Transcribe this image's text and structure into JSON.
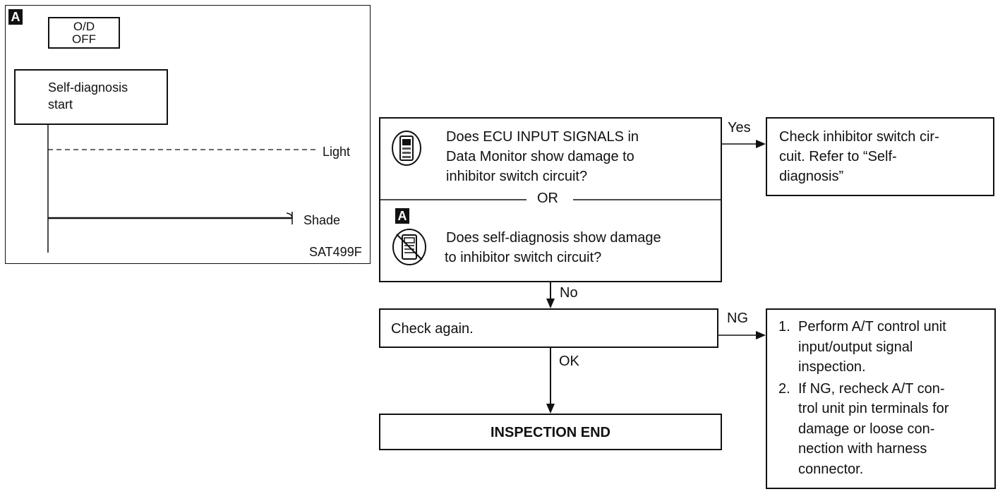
{
  "figure": {
    "panel_tag": "A",
    "od_button": {
      "line1": "O/D",
      "line2": "OFF"
    },
    "start_box": {
      "line1": "Self-diagnosis",
      "line2": "start"
    },
    "light_label": "Light",
    "shade_label": "Shade",
    "figure_code": "SAT499F"
  },
  "flow": {
    "question": {
      "part1": [
        "Does ECU INPUT SIGNALS in",
        "Data Monitor show damage to",
        "inhibitor switch circuit?"
      ],
      "or_label": "OR",
      "tag": "A",
      "part2": [
        "Does self-diagnosis show damage",
        "to inhibitor switch circuit?"
      ]
    },
    "yes_label": "Yes",
    "yes_box": [
      "Check inhibitor switch cir-",
      "cuit. Refer to “Self-",
      "diagnosis”"
    ],
    "no_label": "No",
    "check_again": "Check again.",
    "ng_label": "NG",
    "ok_label": "OK",
    "ng_box": {
      "step1": {
        "num": "1.",
        "lines": [
          "Perform A/T control unit",
          "input/output signal",
          "inspection."
        ]
      },
      "step2": {
        "num": "2.",
        "lines": [
          "If NG, recheck A/T con-",
          "trol unit pin terminals for",
          "damage or loose con-",
          "nection with harness",
          "connector."
        ]
      }
    },
    "end_box": "INSPECTION END"
  }
}
